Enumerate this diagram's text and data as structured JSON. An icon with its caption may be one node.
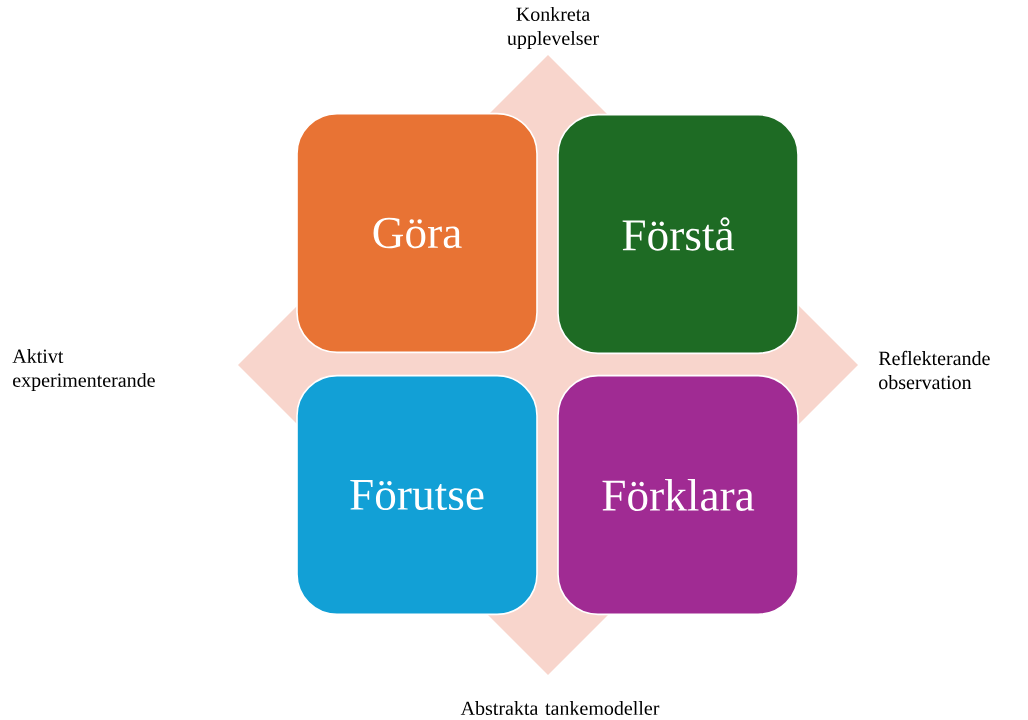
{
  "diagram": {
    "nodes": [
      {
        "text": [
          "Göra"
        ]
      },
      {
        "text": [
          "Förstå"
        ]
      },
      {
        "text": [
          "Förutse"
        ]
      },
      {
        "text": [
          "Förklara"
        ]
      }
    ],
    "labels": [
      "Konkreta upplevelser",
      "Aktivt experimenterande",
      "Reflekterande observation",
      "Abstrakta tankemodeller"
    ]
  }
}
